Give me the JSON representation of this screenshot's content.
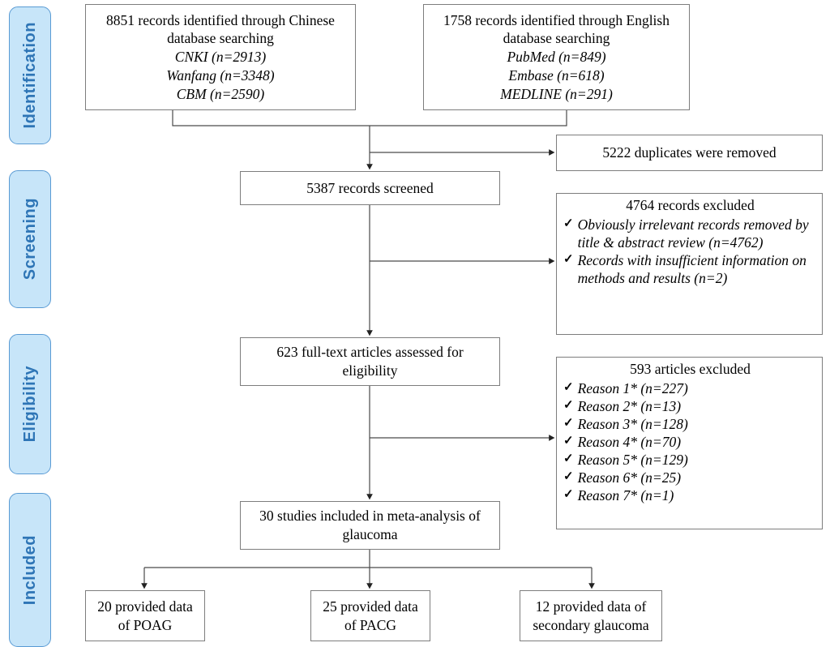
{
  "diagram": {
    "title": "PRISMA study selection flow diagram",
    "accent_color": "#2e75b6",
    "pill_fill": "#c7e5f9",
    "pill_border": "#5a9bd4",
    "box_border": "#7d7d7d"
  },
  "stages": [
    {
      "label": "Identification"
    },
    {
      "label": "Screening"
    },
    {
      "label": "Eligibility"
    },
    {
      "label": "Included"
    }
  ],
  "boxes": {
    "chinese": {
      "line1": "8851 records identified through Chinese",
      "line2": "database searching",
      "line3": "CNKI (n=2913)",
      "line4": "Wanfang (n=3348)",
      "line5": "CBM (n=2590)"
    },
    "english": {
      "line1": "1758 records identified through English",
      "line2": "database searching",
      "line3": "PubMed (n=849)",
      "line4": "Embase (n=618)",
      "line5": "MEDLINE (n=291)"
    },
    "duplicates": {
      "text": "5222 duplicates were removed"
    },
    "screened": {
      "text": "5387 records screened"
    },
    "excluded_screening": {
      "heading": "4764 records excluded",
      "items": [
        "Obviously irrelevant records removed by title & abstract review (n=4762)",
        "Records with insufficient information on methods and results (n=2)"
      ]
    },
    "fulltext": {
      "line1": "623 full-text articles assessed for",
      "line2": "eligibility"
    },
    "excluded_eligibility": {
      "heading": "593 articles excluded",
      "items": [
        "Reason 1* (n=227)",
        "Reason 2* (n=13)",
        "Reason 3* (n=128)",
        "Reason 4* (n=70)",
        "Reason 5* (n=129)",
        "Reason 6* (n=25)",
        "Reason 7* (n=1)"
      ]
    },
    "included": {
      "line1": "30 studies included in meta-analysis of",
      "line2": "glaucoma"
    },
    "poag": {
      "line1": "20 provided data",
      "line2": "of POAG"
    },
    "pacg": {
      "line1": "25 provided data",
      "line2": "of PACG"
    },
    "secondary": {
      "line1": "12 provided data of",
      "line2": "secondary glaucoma"
    }
  },
  "icons": {
    "check": "✓"
  }
}
